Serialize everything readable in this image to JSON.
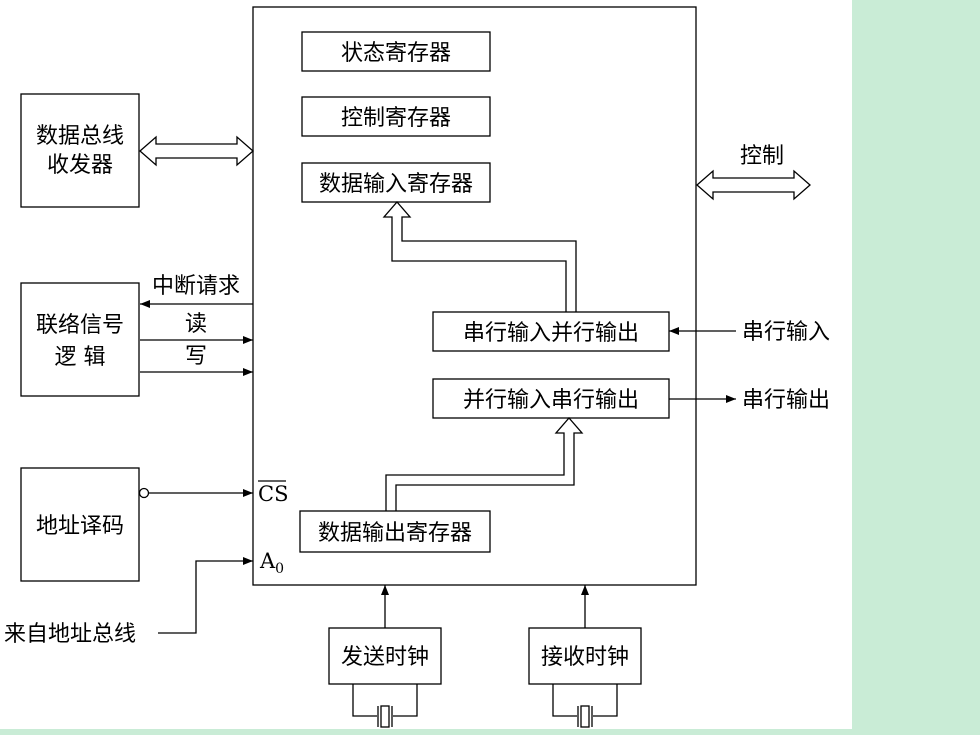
{
  "colors": {
    "side_panel": "#c9ecd6",
    "bottom_strip": "#c9ecd6",
    "line": "#000000",
    "background": "#ffffff"
  },
  "blocks": {
    "status_register": "状态寄存器",
    "control_register": "控制寄存器",
    "data_input_register": "数据输入寄存器",
    "serial_in_parallel_out": "串行输入并行输出",
    "parallel_in_serial_out": "并行输入串行输出",
    "data_output_register": "数据输出寄存器",
    "transceiver_line1": "数据总线",
    "transceiver_line2": "收发器",
    "handshake_line1": "联络信号",
    "handshake_line2": "逻 辑",
    "address_decode": "地址译码",
    "send_clock": "发送时钟",
    "receive_clock": "接收时钟"
  },
  "signals": {
    "interrupt_request": "中断请求",
    "read": "读",
    "write": "写",
    "control": "控制",
    "serial_input": "串行输入",
    "serial_output": "串行输出",
    "cs": "CS",
    "a0": "A",
    "a0_sub": "0",
    "from_address_bus": "来自地址总线"
  }
}
